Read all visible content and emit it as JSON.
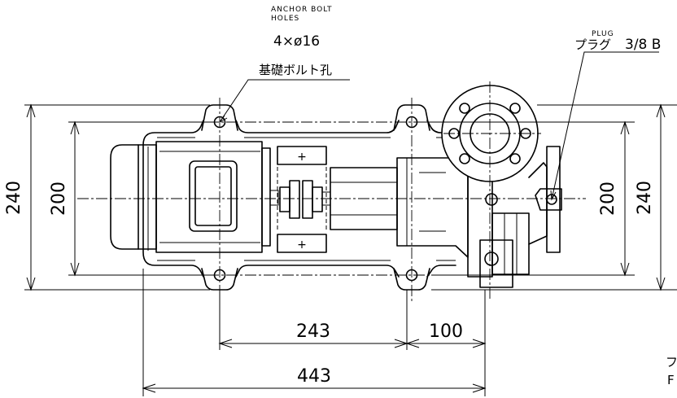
{
  "anchor": {
    "title_line1": "ANCHOR BOLT",
    "title_line2": "HOLES",
    "spec": "4×ø16",
    "jp": "基礎ボルト孔"
  },
  "plug": {
    "title": "PLUG",
    "jp": "プラグ",
    "size": "3/8 B"
  },
  "dims": {
    "left_outer": "240",
    "left_inner": "200",
    "right_inner": "200",
    "right_outer": "240",
    "span_243": "243",
    "span_100": "100",
    "span_443": "443"
  },
  "edge_fragments": {
    "a": "フ",
    "b": "F"
  }
}
